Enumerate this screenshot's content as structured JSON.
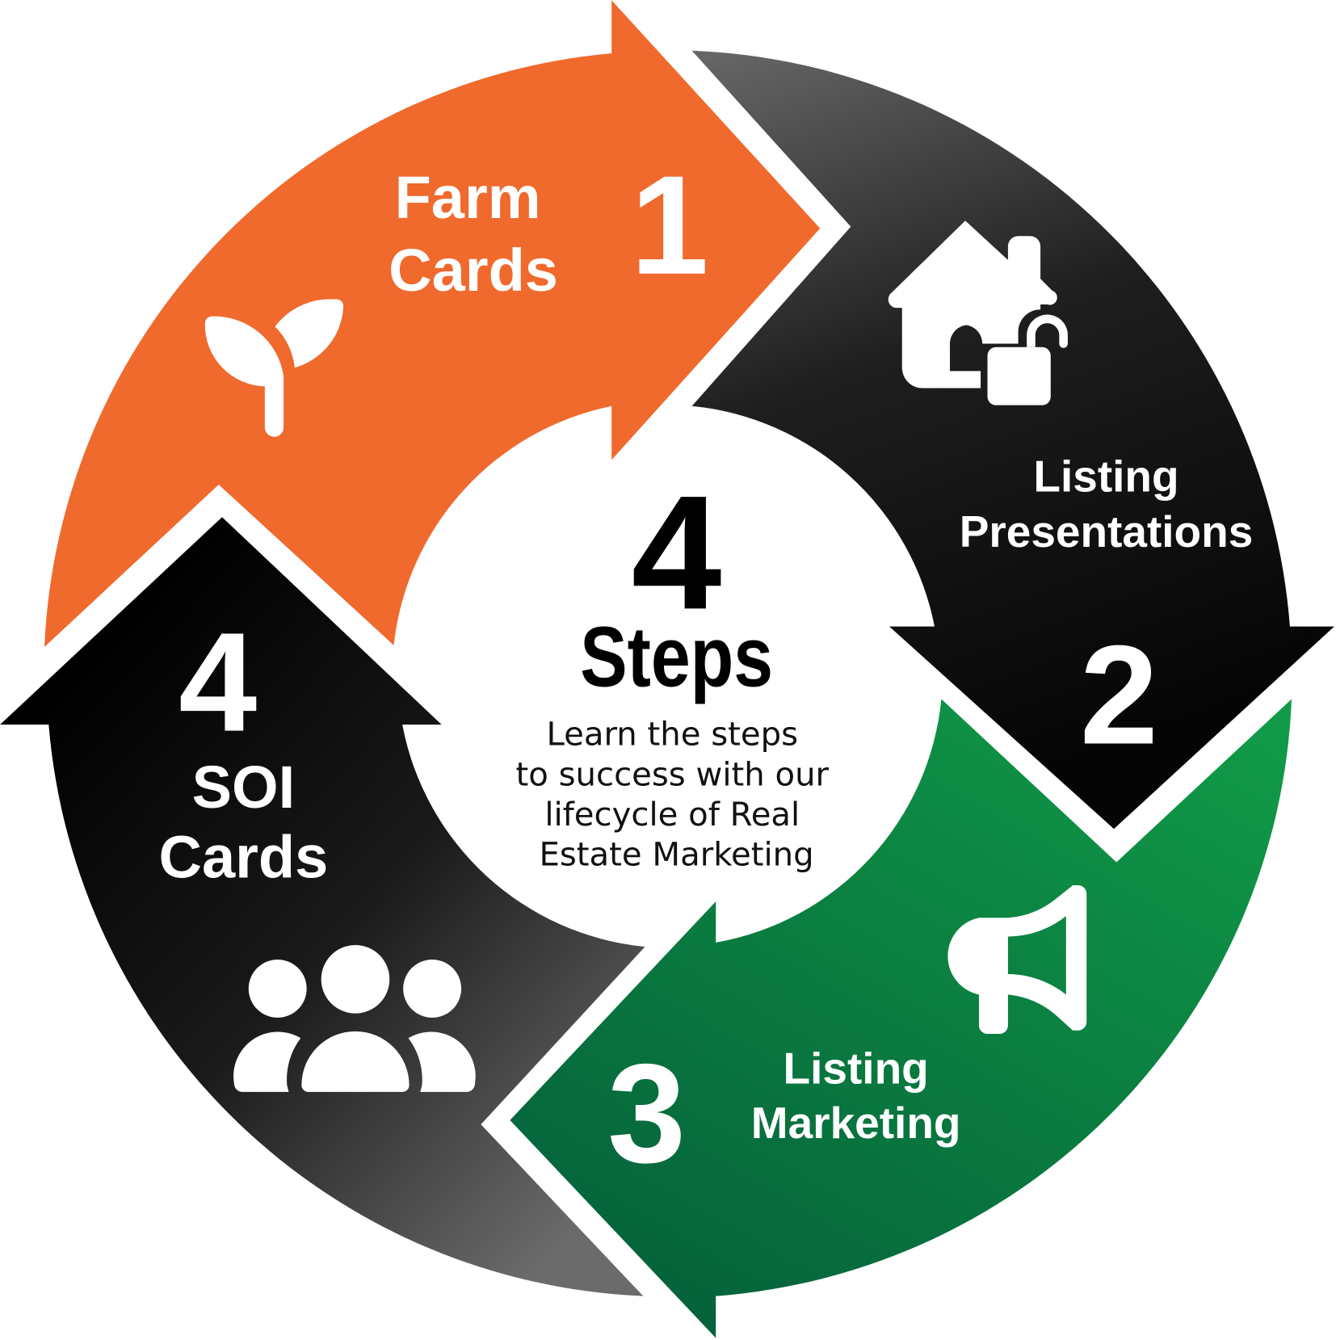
{
  "colors": {
    "orange": "#f0692d",
    "green_dark": "#05653a",
    "green_light": "#0f9847",
    "dark": "#0d0d0d",
    "gray": "#6a6a6a"
  },
  "segments": [
    {
      "number": "1",
      "title_lines": [
        "Farm",
        "Cards"
      ],
      "icon": "sprout-icon"
    },
    {
      "number": "2",
      "title_lines": [
        "Listing",
        "Presentations"
      ],
      "icon": "house-unlocked-icon"
    },
    {
      "number": "3",
      "title_lines": [
        "Listing",
        "Marketing"
      ],
      "icon": "megaphone-icon"
    },
    {
      "number": "4",
      "title_lines": [
        "SOI",
        "Cards"
      ],
      "icon": "people-group-icon"
    }
  ],
  "center": {
    "number": "4",
    "title": "Steps",
    "description_lines": [
      "Learn the steps",
      "to success with our",
      "lifecycle of Real",
      "Estate Marketing"
    ]
  }
}
